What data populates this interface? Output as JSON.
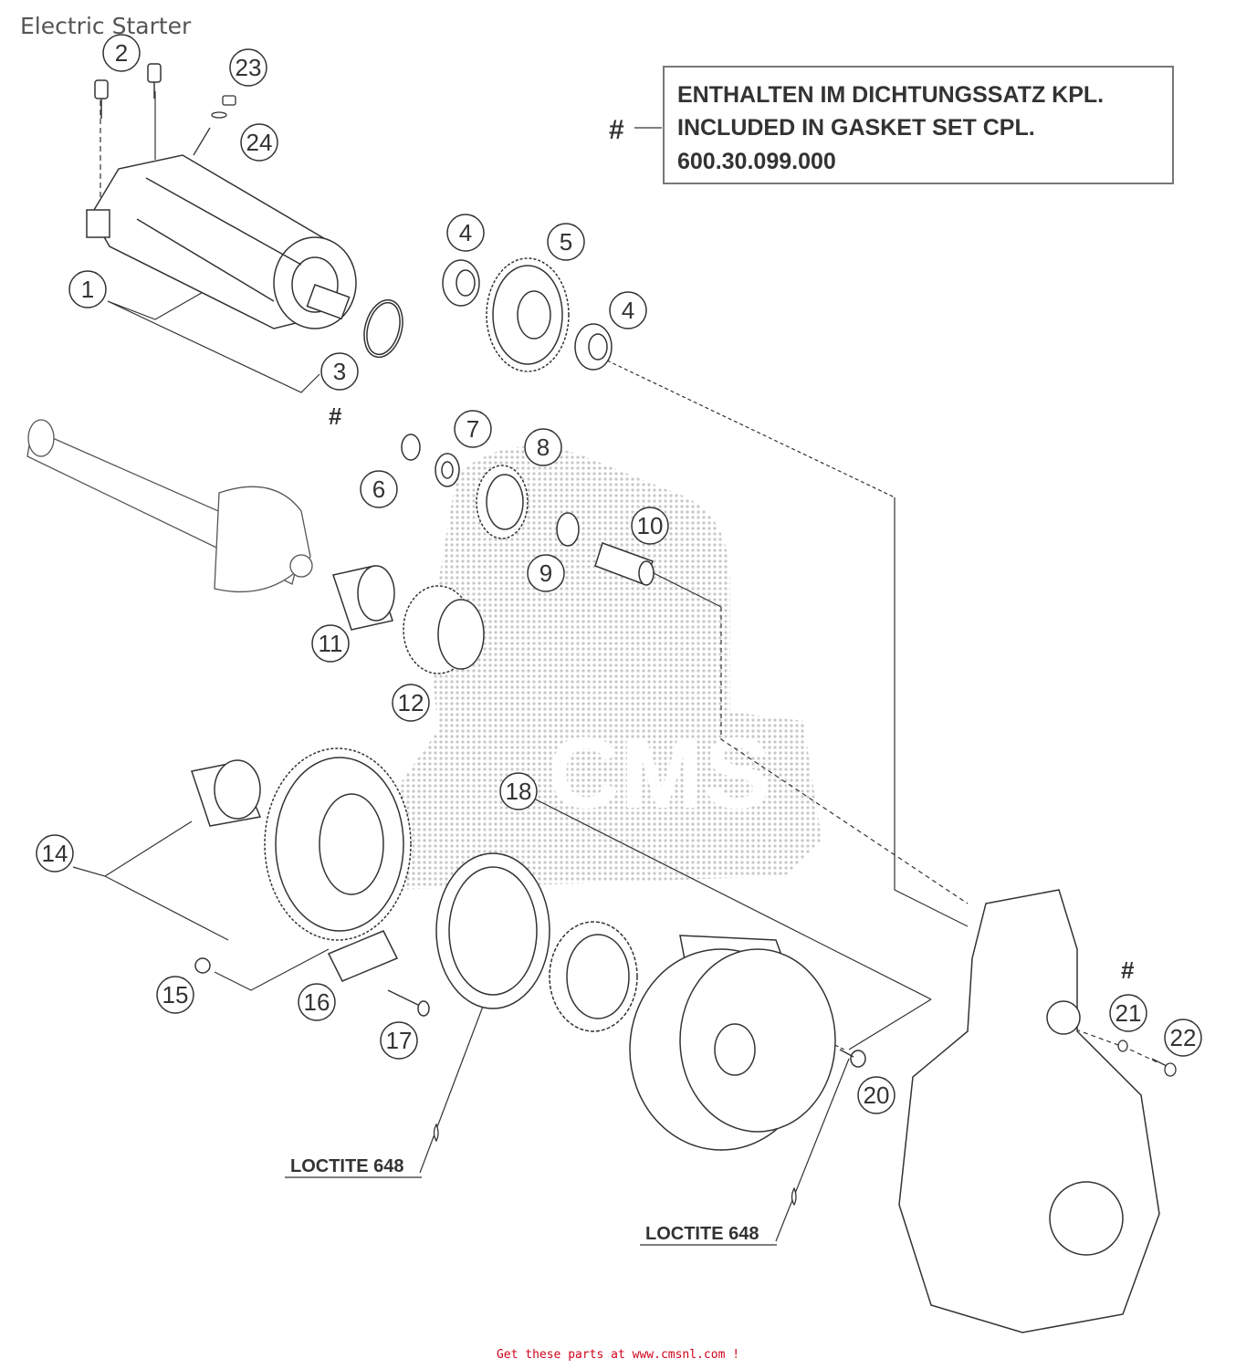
{
  "page": {
    "title": "Electric Starter",
    "footer_text": "Get these parts at www.cmsnl.com !"
  },
  "note_box": {
    "hash_marker": "#",
    "line_1": "ENTHALTEN IM DICHTUNGSSATZ KPL.",
    "line_2": "INCLUDED IN GASKET SET CPL.",
    "line_3": "600.30.099.000"
  },
  "markers": {
    "hash_3": "#",
    "hash_21": "#"
  },
  "loctite": {
    "label_left": "LOCTITE 648",
    "label_right": "LOCTITE 648"
  },
  "callouts": [
    "1",
    "2",
    "3",
    "4",
    "4",
    "5",
    "6",
    "7",
    "8",
    "9",
    "10",
    "11",
    "12",
    "14",
    "15",
    "16",
    "17",
    "18",
    "20",
    "21",
    "22",
    "23",
    "24"
  ],
  "watermark": {
    "text": "CMS",
    "color": "#999999"
  },
  "colors": {
    "line": "#333333",
    "accent_footer": "#d0021b"
  }
}
